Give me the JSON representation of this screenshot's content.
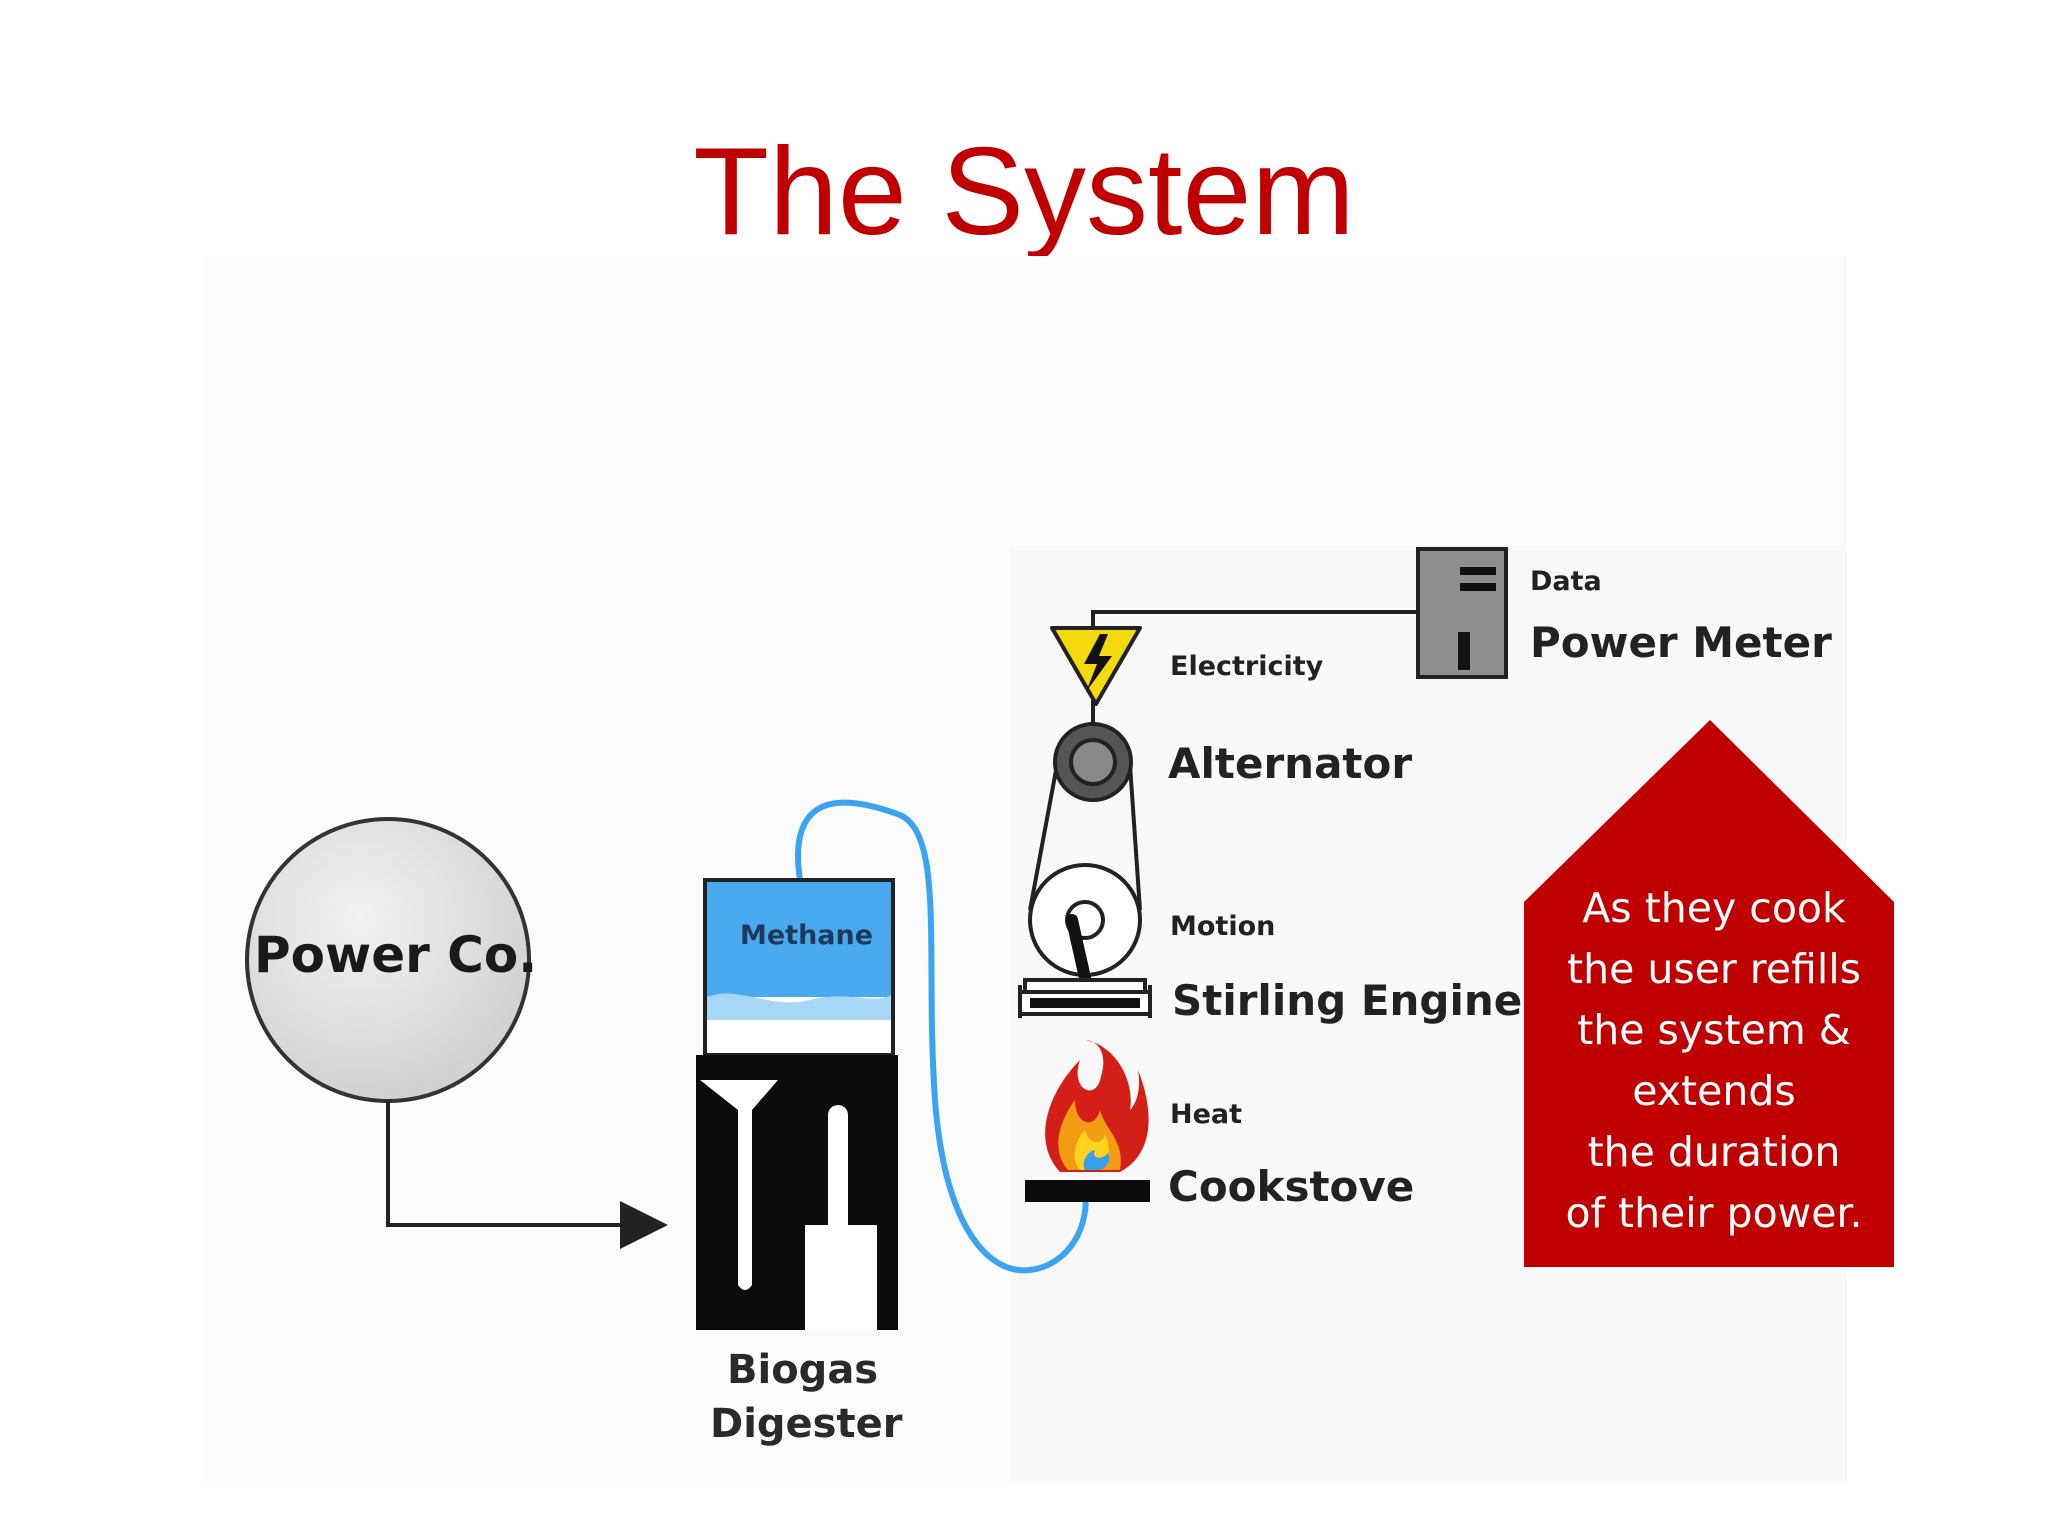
{
  "title": "The System",
  "nodes": {
    "power_co": "Power Co.",
    "methane": "Methane",
    "biogas_digester_line1": "Biogas",
    "biogas_digester_line2": "Digester",
    "power_meter": "Power Meter",
    "alternator": "Alternator",
    "stirling_engine": "Stirling Engine",
    "cookstove": "Cookstove"
  },
  "flows": {
    "data": "Data",
    "electricity": "Electricity",
    "motion": "Motion",
    "heat": "Heat"
  },
  "callout": {
    "text": "As they cook\nthe user refills\nthe system &\nextends\nthe duration\nof their power."
  },
  "colors": {
    "title": "#c00000",
    "callout": "#c00000",
    "methane": "#3fa3ea",
    "pipe": "#3aa4f0",
    "electric_warning": "#f5d90f"
  },
  "icons": [
    "lightning-icon",
    "flame-icon",
    "pulley-icon",
    "meter-icon"
  ]
}
